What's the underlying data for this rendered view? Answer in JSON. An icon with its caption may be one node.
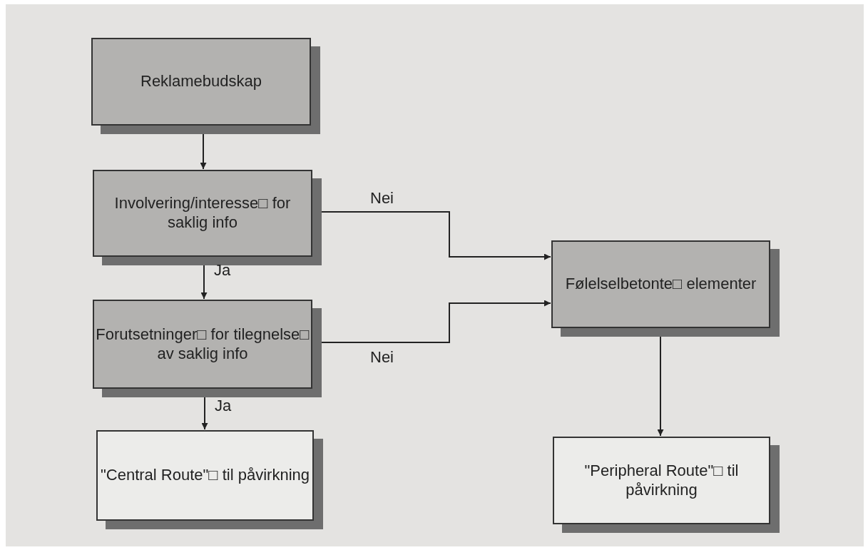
{
  "diagram": {
    "nodes": [
      {
        "text": [
          "Reklamebudskap"
        ]
      },
      {
        "text": [
          "Involvering/interesse□ for saklig info"
        ]
      },
      {
        "text": [
          "Forutsetninger□ for tilegnelse□ av saklig info"
        ]
      },
      {
        "text": [
          "\"Central Route\"□ til påvirkning"
        ]
      },
      {
        "text": [
          "Følelselbetonte□ elementer"
        ]
      },
      {
        "text": [
          "\"Peripheral Route\"□ til påvirkning"
        ]
      }
    ],
    "edges": [
      {
        "from": 0,
        "to": 1,
        "arrow": "to"
      },
      {
        "from": 1,
        "to": 2,
        "arrow": "to",
        "label": "Ja"
      },
      {
        "from": 2,
        "to": 3,
        "arrow": "to",
        "label": "Ja"
      },
      {
        "from": 1,
        "to": 4,
        "arrow": "to",
        "label": "Nei"
      },
      {
        "from": 2,
        "to": 4,
        "arrow": "to",
        "label": "Nei"
      },
      {
        "from": 4,
        "to": 5,
        "arrow": "to"
      }
    ]
  }
}
